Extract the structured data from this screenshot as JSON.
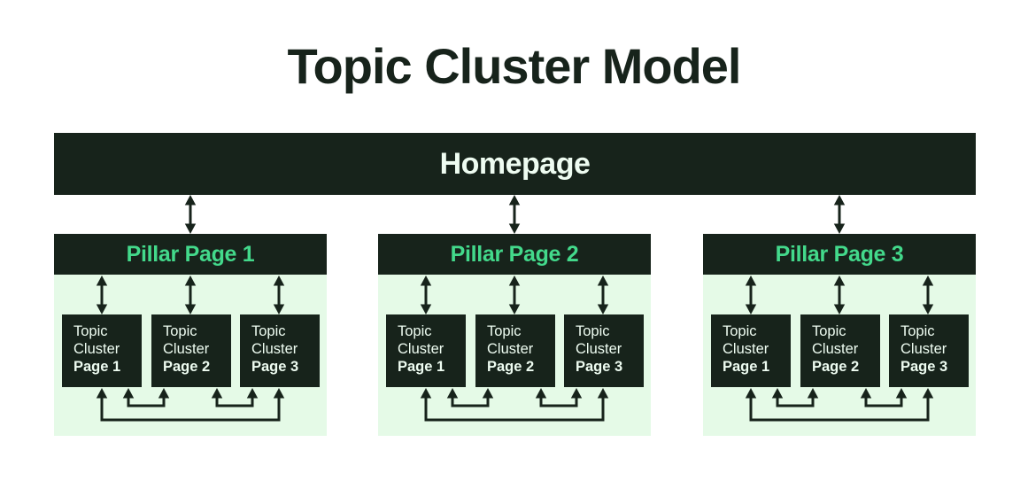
{
  "title": "Topic Cluster Model",
  "homepage": {
    "label": "Homepage"
  },
  "pillars": [
    {
      "label": "Pillar Page 1",
      "topic_pages": [
        {
          "line1": "Topic",
          "line2": "Cluster",
          "page": "Page 1"
        },
        {
          "line1": "Topic",
          "line2": "Cluster",
          "page": "Page 2"
        },
        {
          "line1": "Topic",
          "line2": "Cluster",
          "page": "Page 3"
        }
      ]
    },
    {
      "label": "Pillar Page 2",
      "topic_pages": [
        {
          "line1": "Topic",
          "line2": "Cluster",
          "page": "Page 1"
        },
        {
          "line1": "Topic",
          "line2": "Cluster",
          "page": "Page 2"
        },
        {
          "line1": "Topic",
          "line2": "Cluster",
          "page": "Page 3"
        }
      ]
    },
    {
      "label": "Pillar Page 3",
      "topic_pages": [
        {
          "line1": "Topic",
          "line2": "Cluster",
          "page": "Page 1"
        },
        {
          "line1": "Topic",
          "line2": "Cluster",
          "page": "Page 2"
        },
        {
          "line1": "Topic",
          "line2": "Cluster",
          "page": "Page 3"
        }
      ]
    }
  ],
  "colors": {
    "dark": "#17231b",
    "panel_green": "#e5fae7",
    "accent_green": "#43d98b",
    "light_text": "#eefcf1",
    "background": "#ffffff"
  }
}
